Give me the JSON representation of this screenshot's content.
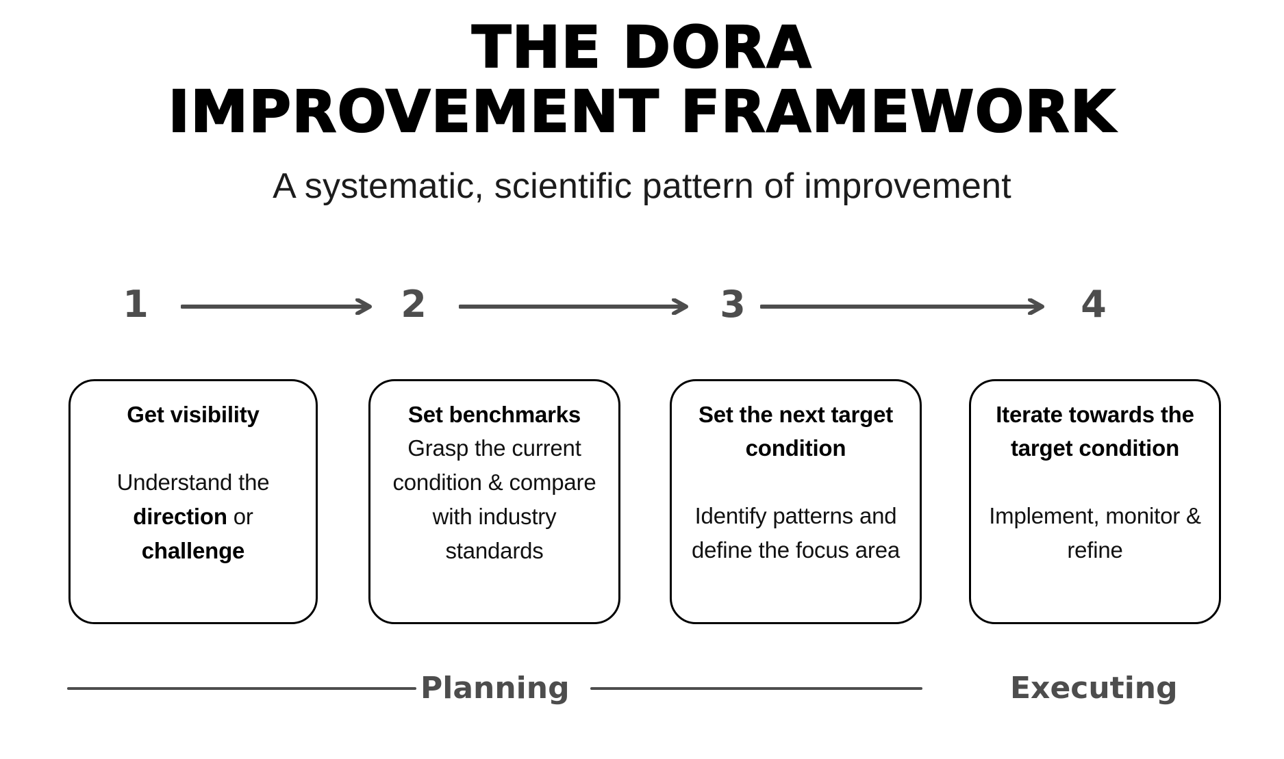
{
  "header": {
    "title_line1": "THE DORA",
    "title_line2": "IMPROVEMENT FRAMEWORK",
    "subtitle": "A systematic, scientific pattern of improvement"
  },
  "steps": [
    {
      "number": "1"
    },
    {
      "number": "2"
    },
    {
      "number": "3"
    },
    {
      "number": "4"
    }
  ],
  "cards": [
    {
      "heading": "Get visibility",
      "body_line1": "Understand the",
      "body_bold1": "direction",
      "body_mid1": " or ",
      "body_bold2": "challenge",
      "gap": true
    },
    {
      "heading": "Set benchmarks",
      "body": "Grasp the current condition & compare with industry standards",
      "gap": false
    },
    {
      "heading": "Set the next target condition",
      "body": "Identify patterns and define the focus area",
      "gap": true
    },
    {
      "heading": "Iterate towards the target condition",
      "body": "Implement, monitor & refine",
      "gap": true
    }
  ],
  "phases": [
    {
      "label": "Planning"
    },
    {
      "label": "Executing"
    }
  ],
  "colors": {
    "accent_gray": "#4d4d4d",
    "ink": "#000000",
    "background": "#ffffff"
  }
}
